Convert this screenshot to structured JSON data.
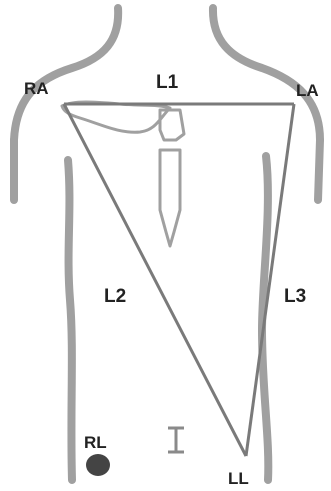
{
  "labels": {
    "ra": "RA",
    "la": "LA",
    "rl": "RL",
    "ll": "LL",
    "l1": "L1",
    "l2": "L2",
    "l3": "L3",
    "lead_marker": "I"
  },
  "colors": {
    "outline": "#a0a0a0",
    "triangle": "#7a7a7a",
    "electrode": "#444444",
    "text": "#222222"
  }
}
